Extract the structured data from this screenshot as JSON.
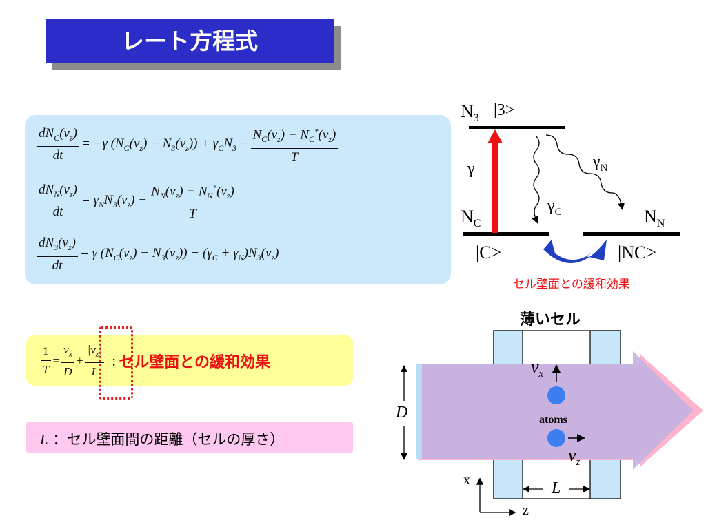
{
  "title": "レート方程式",
  "equations": {
    "eq1": {
      "lhs_num": "dN",
      "lhs_num_sub": "C",
      "lhs_num_arg": "(v",
      "lhs_num_arg_sub": "z",
      "lhs_num_close": ")",
      "lhs_den": "dt",
      "rhs_part1": "= −γ (N",
      "rhs_part1_sub": "C",
      "rhs_part2": "(v",
      "rhs_part2_sub": "z",
      "rhs_part3": ") − N",
      "rhs_part3_sub": "3",
      "rhs_part4": "(v",
      "rhs_part4_sub": "z",
      "rhs_part5": ")) + γ",
      "rhs_part5_sub": "C",
      "rhs_part6": "N",
      "rhs_part6_sub": "3",
      "rhs_part7": " −",
      "frac_num": "N",
      "frac_num_sub": "C",
      "frac_num_2": "(v",
      "frac_num_2_sub": "z",
      "frac_num_3": ") − N",
      "frac_num_3_sub": "C",
      "frac_num_3_sup": "*",
      "frac_num_4": "(v",
      "frac_num_4_sub": "z",
      "frac_num_5": ")",
      "frac_den": "T"
    },
    "eq2": {
      "lhs_num": "dN",
      "lhs_num_sub": "N",
      "lhs_num_arg": "(v",
      "lhs_num_arg_sub": "z",
      "lhs_num_close": ")",
      "lhs_den": "dt",
      "rhs_part1": "= γ",
      "rhs_part1_sub": "N",
      "rhs_part2": "N",
      "rhs_part2_sub": "3",
      "rhs_part3": "(v",
      "rhs_part3_sub": "z",
      "rhs_part4": ") −",
      "frac_num": "N",
      "frac_num_sub": "N",
      "frac_num_2": "(v",
      "frac_num_2_sub": "z",
      "frac_num_3": ") − N",
      "frac_num_3_sub": "N",
      "frac_num_3_sup": "*",
      "frac_num_4": "(v",
      "frac_num_4_sub": "z",
      "frac_num_5": ")",
      "frac_den": "T"
    },
    "eq3": {
      "lhs_num": "dN",
      "lhs_num_sub": "3",
      "lhs_num_arg": "(v",
      "lhs_num_arg_sub": "z",
      "lhs_num_close": ")",
      "lhs_den": "dt",
      "rhs_part1": "= γ (N",
      "rhs_part1_sub": "C",
      "rhs_part2": "(v",
      "rhs_part2_sub": "z",
      "rhs_part3": ") − N",
      "rhs_part3_sub": "3",
      "rhs_part4": "(v",
      "rhs_part4_sub": "z",
      "rhs_part5": ")) − (γ",
      "rhs_part5_sub": "C",
      "rhs_part6": " + γ",
      "rhs_part6_sub": "N",
      "rhs_part7": ")N",
      "rhs_part7_sub": "3",
      "rhs_part8": "(v",
      "rhs_part8_sub": "z",
      "rhs_part9": ")"
    }
  },
  "relaxation": {
    "one": "1",
    "T": "T",
    "vx": "v",
    "vx_sub": "x",
    "D": "D",
    "plus": "+",
    "vz": "|v",
    "vz_sub": "z",
    "vz_close": "|",
    "L": "L",
    "eq": "=",
    "colon": ":",
    "label": "セル壁面との緩和効果"
  },
  "distance": {
    "symbol": "L",
    "label": "：セル壁面間の距離（セルの厚さ）"
  },
  "level_diagram": {
    "N3": "N",
    "N3_sub": "3",
    "ket3": "|3>",
    "gamma": "γ",
    "gammaN": "γ",
    "gammaN_sub": "N",
    "gammaC": "γ",
    "gammaC_sub": "C",
    "NC": "N",
    "NC_sub": "C",
    "NN": "N",
    "NN_sub": "N",
    "ketC": "|C>",
    "ketNC": "|NC>",
    "relax_label": "セル壁面との緩和効果"
  },
  "cell_diagram": {
    "title": "薄いセル",
    "vx": "v",
    "vx_sub": "x",
    "atoms": "atoms",
    "vz": "v",
    "vz_sub": "z",
    "D": "D",
    "L": "L",
    "x_axis": "x",
    "z_axis": "z"
  },
  "colors": {
    "title_bg": "#2c2cc8",
    "eq_box": "#cce8fb",
    "rel_box": "#ffff99",
    "l_box": "#ffc8f0",
    "red": "#ee1111",
    "blue_arrow": "#2040c0",
    "beam": "#c6b2e2",
    "cell_wall": "#c8e6fa",
    "atom": "#3d7ef0"
  }
}
